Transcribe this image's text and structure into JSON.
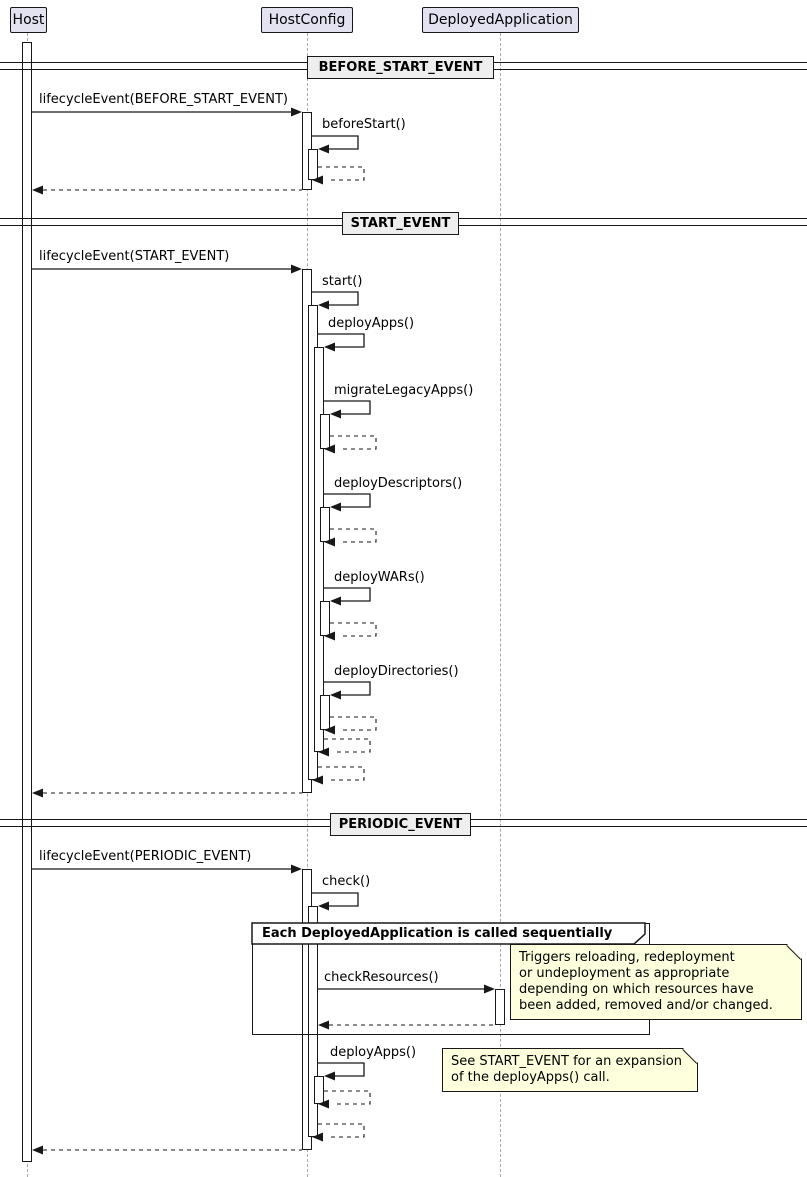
{
  "diagram": {
    "participants": {
      "host": "Host",
      "hostconfig": "HostConfig",
      "deployed_application": "DeployedApplication"
    },
    "dividers": {
      "before_start": "BEFORE_START_EVENT",
      "start": "START_EVENT",
      "periodic": "PERIODIC_EVENT"
    },
    "messages": {
      "lifecycle_before_start": "lifecycleEvent(BEFORE_START_EVENT)",
      "before_start": "beforeStart()",
      "lifecycle_start": "lifecycleEvent(START_EVENT)",
      "start": "start()",
      "deploy_apps": "deployApps()",
      "migrate_legacy_apps": "migrateLegacyApps()",
      "deploy_descriptors": "deployDescriptors()",
      "deploy_wars": "deployWARs()",
      "deploy_directories": "deployDirectories()",
      "lifecycle_periodic": "lifecycleEvent(PERIODIC_EVENT)",
      "check": "check()",
      "check_resources": "checkResources()",
      "deploy_apps_periodic": "deployApps()"
    },
    "group": {
      "label": "Each DeployedApplication is called sequentially"
    },
    "notes": {
      "check_resources": "Triggers reloading, redeployment\nor undeployment as appropriate\ndepending on which resources have\nbeen added, removed and/or changed.",
      "deploy_apps": "See START_EVENT for an expansion\nof the deployApps() call."
    },
    "colors": {
      "participant_fill": "#E2E2F0",
      "border": "#181818",
      "divider_fill": "#EEEEEE",
      "note_fill": "#FEFFDD",
      "lifeline": "#A8A8A8"
    }
  }
}
